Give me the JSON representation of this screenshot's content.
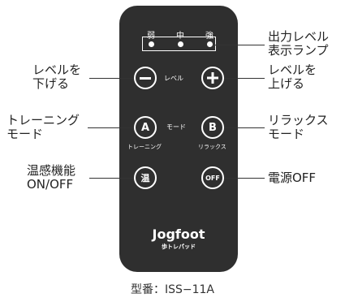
{
  "remote": {
    "level_labels": [
      "弱",
      "中",
      "強"
    ],
    "level_button_label": "レベル",
    "mode_label": "モード",
    "button_a_label": "A",
    "button_b_label": "B",
    "button_a_caption": "トレーニング",
    "button_b_caption": "リラックス",
    "heat_button_label": "温",
    "off_button_label": "OFF",
    "logo_main": "Jogfoot",
    "logo_sub": "歩トレパッド"
  },
  "callouts": {
    "level_lamp": [
      "出力レベル",
      "表示ランプ"
    ],
    "level_down": [
      "レベルを",
      "下げる"
    ],
    "level_up": [
      "レベルを",
      "上げる"
    ],
    "training_mode": [
      "トレーニング",
      "モード"
    ],
    "relax_mode": [
      "リラックス",
      "モード"
    ],
    "heat_toggle": [
      "温感機能",
      "ON/OFF"
    ],
    "power_off": "電源OFF"
  },
  "model_number": "型番：ISS−11A"
}
